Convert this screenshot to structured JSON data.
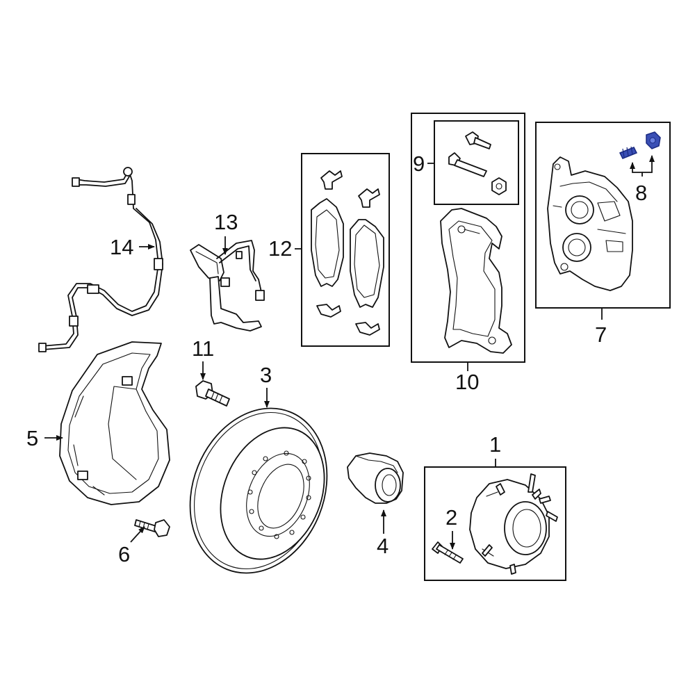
{
  "callouts": {
    "c1": "1",
    "c2": "2",
    "c3": "3",
    "c4": "4",
    "c5": "5",
    "c6": "6",
    "c7": "7",
    "c8": "8",
    "c9": "9",
    "c10": "10",
    "c11": "11",
    "c12": "12",
    "c13": "13",
    "c14": "14"
  },
  "colors": {
    "line": "#111111",
    "highlight_fill": "#3a4fb5",
    "highlight_stroke": "#1a2a80",
    "background": "#ffffff"
  }
}
